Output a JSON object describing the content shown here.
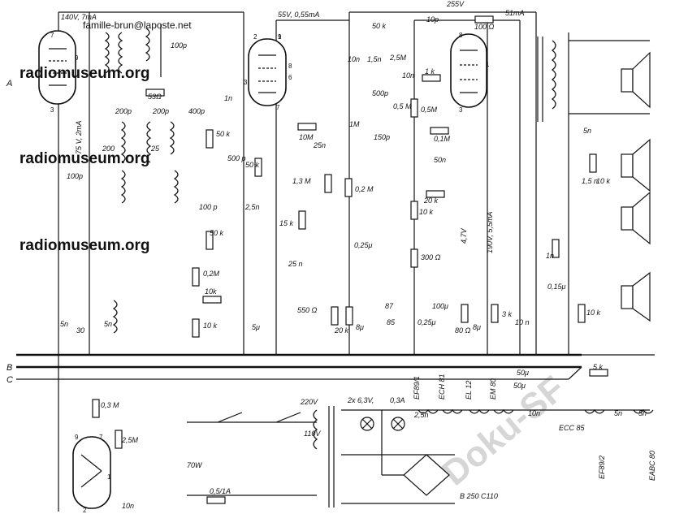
{
  "watermarks": [
    "radiomuseum.org",
    "radiomuseum.org",
    "radiomuseum.org"
  ],
  "email": "famille-brun@laposte.net",
  "voltages": {
    "v140": "140V, 7mA",
    "v55": "55V, 0,55mA",
    "v255": "255V",
    "i51": "51mA",
    "v75": "75 V, 2mA",
    "v47": "4,7V",
    "v190": "190V, 5,5mA",
    "v220": "220V",
    "v110": "110V",
    "heater": "2x 6,3V,",
    "lamp_current": "0,3A",
    "power": "70W"
  },
  "nodes": {
    "a": "A",
    "b": "B",
    "c": "C"
  },
  "pins": [
    "7",
    "9",
    "3",
    "2",
    "1",
    "9",
    "8",
    "6",
    "7",
    "3",
    "8",
    "1",
    "3",
    "9",
    "7",
    "1",
    "2"
  ],
  "components": {
    "c100p_a": "100p",
    "c53": "53Ω",
    "c200p_a": "200p",
    "c200p_b": "200p",
    "c25": "25",
    "c400p": "400p",
    "c1n": "1n",
    "r50k_a": "50 k",
    "c500p": "500 p",
    "r50k_b": "50 k",
    "c100p_b": "100 p",
    "r50k_c": "50 k",
    "c2n5": "2,5n",
    "r15k": "15 k",
    "c25n_a": "25 n",
    "c25n_b": "25n",
    "r1m3": "1,3 M",
    "r10m": "10M",
    "r02m_a": "0,2 M",
    "c025u_a": "0,25μ",
    "r550": "550 Ω",
    "r20k": "20 k",
    "c8u_a": "8μ",
    "n87": "87",
    "n85": "85",
    "r50k_d": "50 k",
    "c10n_a": "10n",
    "c15n": "1,5n",
    "r25m_a": "2,5M",
    "c10n_b": "10n",
    "r1k": "1 k",
    "c500p_b": "500p",
    "r05m": "0,5 M",
    "r05m_b": "0,5M",
    "r1m": "1M",
    "c150p": "150p",
    "r01m": "0,1M",
    "c10p": "10p",
    "r100": "100 Ω",
    "c50n": "50n",
    "r20k_b": "20 k",
    "r10k_a": "10 k",
    "r300": "300 Ω",
    "c100u": "100μ",
    "c025u_b": "0,25μ",
    "r80": "80 Ω",
    "c8u_b": "8μ",
    "r3k": "3 k",
    "c5n_a": "5n",
    "c15n_b": "1,5 n",
    "r10k_b": "10 k",
    "c1n_b": "1n",
    "c015u": "0,15μ",
    "c10n_c": "10 n",
    "r10k_c": "10 k",
    "c50u_a": "50μ",
    "c50u_b": "50μ",
    "r5k": "5 k",
    "c100p_c": "100p",
    "c5n_b": "5n",
    "c30": "30",
    "c5n_c": "5n",
    "r02m_b": "0,2M",
    "r10k_d": "10k",
    "r10k_e": "10 k",
    "c5u": "5μ",
    "r03m": "0,3 M",
    "r25m_b": "2,5M",
    "c10n_d": "10n",
    "c200": "200",
    "fuse": "0,5/1A",
    "c25n_c": "2,5n",
    "c10n_e": "10n",
    "c5n_d": "5n",
    "c5n_e": "5n"
  },
  "tubes": [
    "EF89/1",
    "ECH 81",
    "EL 12",
    "EM 80",
    "ECC 85",
    "EF89/2",
    "EABC 80"
  ],
  "rectifier": "B 250 C110",
  "stamp": "Doku-SF"
}
